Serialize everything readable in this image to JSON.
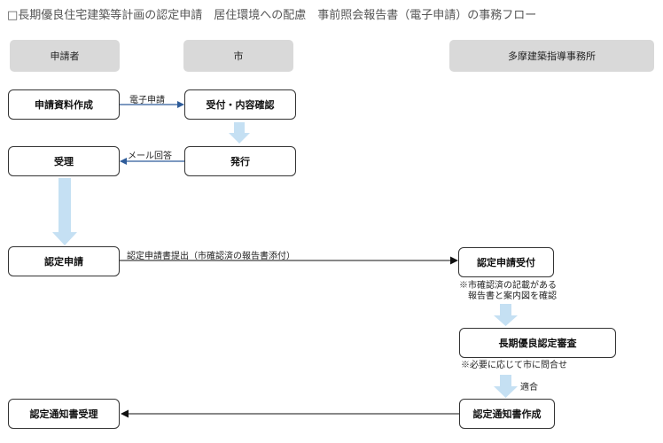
{
  "title": "□長期優良住宅建築等計画の認定申請　居住環境への配慮　事前照会報告書（電子申請）の事務フロー",
  "lanes": {
    "applicant": "申請者",
    "city": "市",
    "office": "多摩建築指導事務所"
  },
  "boxes": {
    "prepare": "申請資料作成",
    "receive_check": "受付・内容確認",
    "issue": "発行",
    "accept": "受理",
    "apply": "認定申請",
    "office_receive": "認定申請受付",
    "review": "長期優良認定審査",
    "notice_create": "認定通知書作成",
    "notice_receive": "認定通知書受理"
  },
  "edges": {
    "e_submit": "電子申請",
    "mail_reply": "メール回答",
    "apply_submit": "認定申請書提出（市確認済の報告書添付）",
    "suitable": "適合"
  },
  "notes": {
    "confirm_line1": "※市確認済の記載がある",
    "confirm_line2": "報告書と案内図を確認",
    "inquiry": "※必要に応じて市に問合せ"
  },
  "colors": {
    "lane_bg": "#d9d9d9",
    "blue_arrow": "#2e5c9a",
    "flow_arrow": "#c5e0f3"
  }
}
